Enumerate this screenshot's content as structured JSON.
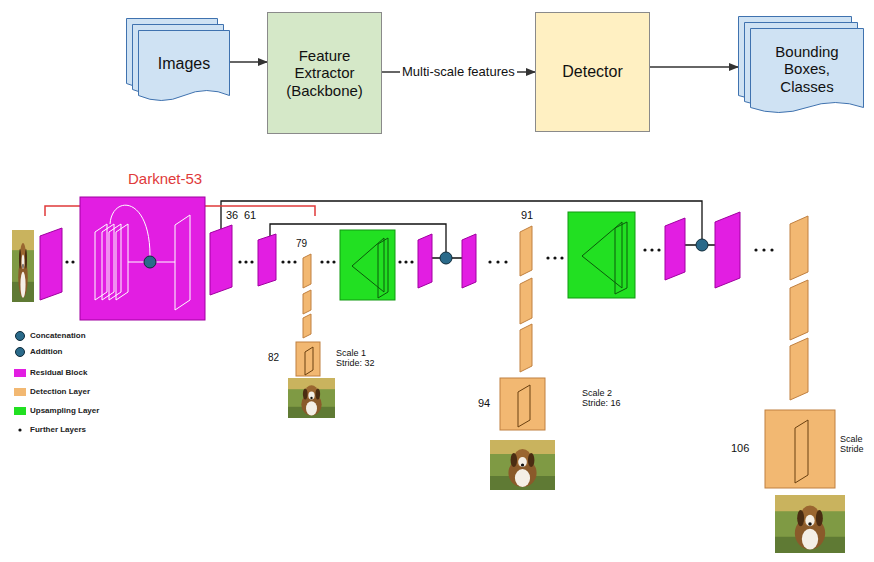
{
  "diagram": {
    "nodes": [
      {
        "text": [
          "Images"
        ]
      },
      {
        "text": [
          "Feature Extractor (Backbone)"
        ]
      },
      {
        "text": [
          "Detector"
        ]
      },
      {
        "text": [
          "Bounding Boxes, Classes"
        ]
      }
    ],
    "edges": [
      {
        "from": 0,
        "to": 1,
        "arrow": "to"
      },
      {
        "from": 1,
        "to": 2,
        "label": "Multi-scale features",
        "arrow": "to"
      },
      {
        "from": 2,
        "to": 3,
        "arrow": "to"
      }
    ],
    "labels": [
      "Darknet-53",
      "36",
      "61",
      "79",
      "82",
      "Scale 1 Stride: 32",
      "91",
      "94",
      "Scale 2 Stride: 16",
      "106",
      "Scale Stride"
    ],
    "legend": [
      {
        "text": "Concatenation"
      },
      {
        "text": "Addition"
      },
      {
        "text": "Residual Block",
        "color": "#e21ee2"
      },
      {
        "text": "Detection Layer",
        "color": "#f2b872"
      },
      {
        "text": "Upsampling Layer",
        "color": "#22e022"
      },
      {
        "text": "Further Layers"
      }
    ]
  }
}
